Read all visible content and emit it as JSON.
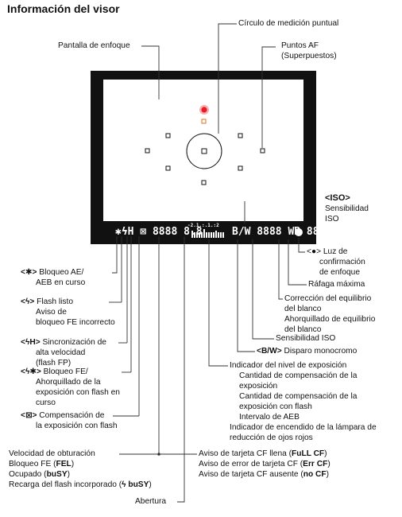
{
  "title": "Información del visor",
  "labels": {
    "spot_circle": "Círculo de medición puntual",
    "focus_screen": "Pantalla de enfoque",
    "af_points_1": "Puntos AF",
    "af_points_2": "(Superpuestos)",
    "iso_code": "<ISO>",
    "iso_1": "Sensibilidad",
    "iso_2": "ISO",
    "focus_conf_1": "<●> Luz de",
    "focus_conf_2": "confirmación",
    "focus_conf_3": "de enfoque",
    "max_burst": "Ráfaga máxima",
    "wb_1": "Corrección del equilibrio",
    "wb_2": "del blanco",
    "wb_3": "Ahorquillado de equilibrio",
    "wb_4": "del blanco",
    "iso_sens": "Sensibilidad ISO",
    "mono_code": "<B/W>",
    "mono_text": " Disparo monocromo",
    "exp_level": "Indicador del nivel de exposición",
    "exp_1": "Cantidad de compensación de la",
    "exp_2": "exposición",
    "exp_3": "Cantidad de compensación de la",
    "exp_4": "exposición con flash",
    "exp_5": "Intervalo de AEB",
    "exp_6": "Indicador de encendido de la lámpara de",
    "exp_7": "reducción de ojos rojos",
    "ae_lock_code": "<✱>",
    "ae_lock_1": "Bloqueo AE/",
    "ae_lock_2": "AEB en curso",
    "flash_code": "<ϟ>",
    "flash_1": "Flash listo",
    "flash_2": "Aviso de",
    "flash_3": "bloqueo FE incorrecto",
    "hs_code": "<ϟH>",
    "hs_1": "Sincronización de",
    "hs_2": "alta velocidad",
    "hs_3": "(flash FP)",
    "fe_code": "<ϟ✱>",
    "fe_1": "Bloqueo FE/",
    "fe_2": "Ahorquillado de la",
    "fe_3": "exposición con flash en",
    "fe_4": "curso",
    "fec_code": "<⊠>",
    "fec_1": "Compensación de",
    "fec_2": "la exposición con flash",
    "shutter": "Velocidad de obturación",
    "fel_pre": "Bloqueo FE (",
    "fel_code": "FEL",
    "fel_post": ")",
    "busy_pre": "Ocupado (",
    "busy_code": "buSY",
    "busy_post": ")",
    "recharge_pre": "Recarga del flash incorporado (",
    "recharge_code": "ϟ buSY",
    "recharge_post": ")",
    "aperture": "Abertura",
    "cf_full_pre": "Aviso de tarjeta CF llena (",
    "cf_full_code": "FuLL CF",
    "cf_full_post": ")",
    "cf_err_pre": "Aviso de error de tarjeta CF (",
    "cf_err_code": "Err CF",
    "cf_err_post": ")",
    "cf_none_pre": "Aviso de tarjeta CF ausente (",
    "cf_none_code": "no CF",
    "cf_none_post": ")"
  },
  "lcd": {
    "left": "✱ϟH ⊠ 8888 8.8",
    "scale": "-2.1.:.1.:2",
    "right": "B/W 8888 WB 88"
  },
  "colors": {
    "spot_red": "#e81c24"
  }
}
